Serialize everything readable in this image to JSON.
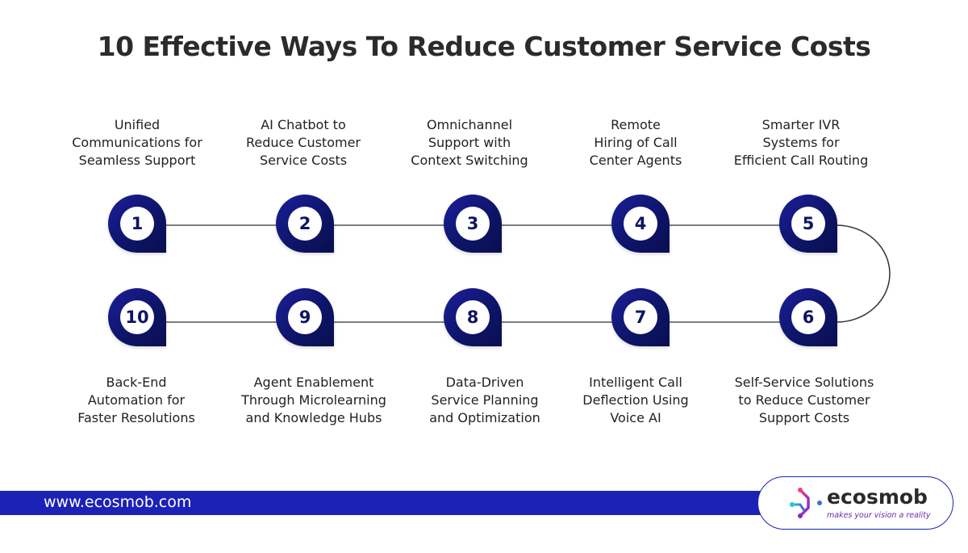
{
  "title": "10 Effective Ways To Reduce Customer Service Costs",
  "steps": [
    {
      "number": "1",
      "label": "Unified\nCommunications for\nSeamless Support"
    },
    {
      "number": "2",
      "label": "AI Chatbot to\nReduce Customer\nService Costs"
    },
    {
      "number": "3",
      "label": "Omnichannel\nSupport with\nContext Switching"
    },
    {
      "number": "4",
      "label": "Remote\nHiring of Call\nCenter Agents"
    },
    {
      "number": "5",
      "label": "Smarter IVR\nSystems for\nEfficient Call Routing"
    },
    {
      "number": "6",
      "label": "Self-Service Solutions\nto Reduce Customer\nSupport Costs"
    },
    {
      "number": "7",
      "label": "Intelligent Call\nDeflection Using\nVoice AI"
    },
    {
      "number": "8",
      "label": "Data-Driven\nService Planning\nand Optimization"
    },
    {
      "number": "9",
      "label": "Agent Enablement\nThrough Microlearning\nand Knowledge Hubs"
    },
    {
      "number": "10",
      "label": "Back-End\nAutomation for\nFaster Resolutions"
    }
  ],
  "footer": {
    "url": "www.ecosmob.com",
    "logo_name": "ecosmob",
    "logo_tagline": "makes your vision a reality",
    "logo_icon": "ecosmob-logo-icon"
  },
  "colors": {
    "node": "#0d1466",
    "accent": "#1c22b5",
    "connector": "#555555"
  }
}
